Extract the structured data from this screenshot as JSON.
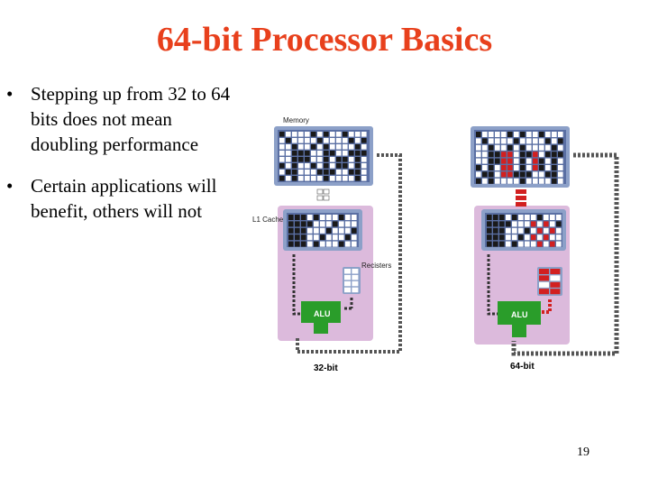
{
  "slide": {
    "title": "64-bit Processor Basics",
    "bullets": [
      {
        "marker": "•",
        "text": "Stepping up from 32 to 64 bits does not mean doubling performance"
      },
      {
        "marker": "•",
        "text": "Certain applications will benefit, others will not"
      }
    ],
    "page_number": "19"
  },
  "diagram": {
    "labels": {
      "memory": "Memory",
      "l1_cache": "L1 Cache",
      "registers": "Recisters",
      "alu_left": "ALU",
      "alu_right": "ALU",
      "caption_left": "32-bit",
      "caption_right": "64-bit"
    },
    "colors": {
      "title": "#e8401c",
      "block_frame": "#8ca0c8",
      "block_bg": "#5a6fa3",
      "cell_dark": "#1a1a1a",
      "cell_light": "#ffffff",
      "cell_red": "#d22020",
      "processor_bg": "#dcbadc",
      "alu": "#2a9d2a",
      "bus": "#333333"
    }
  }
}
